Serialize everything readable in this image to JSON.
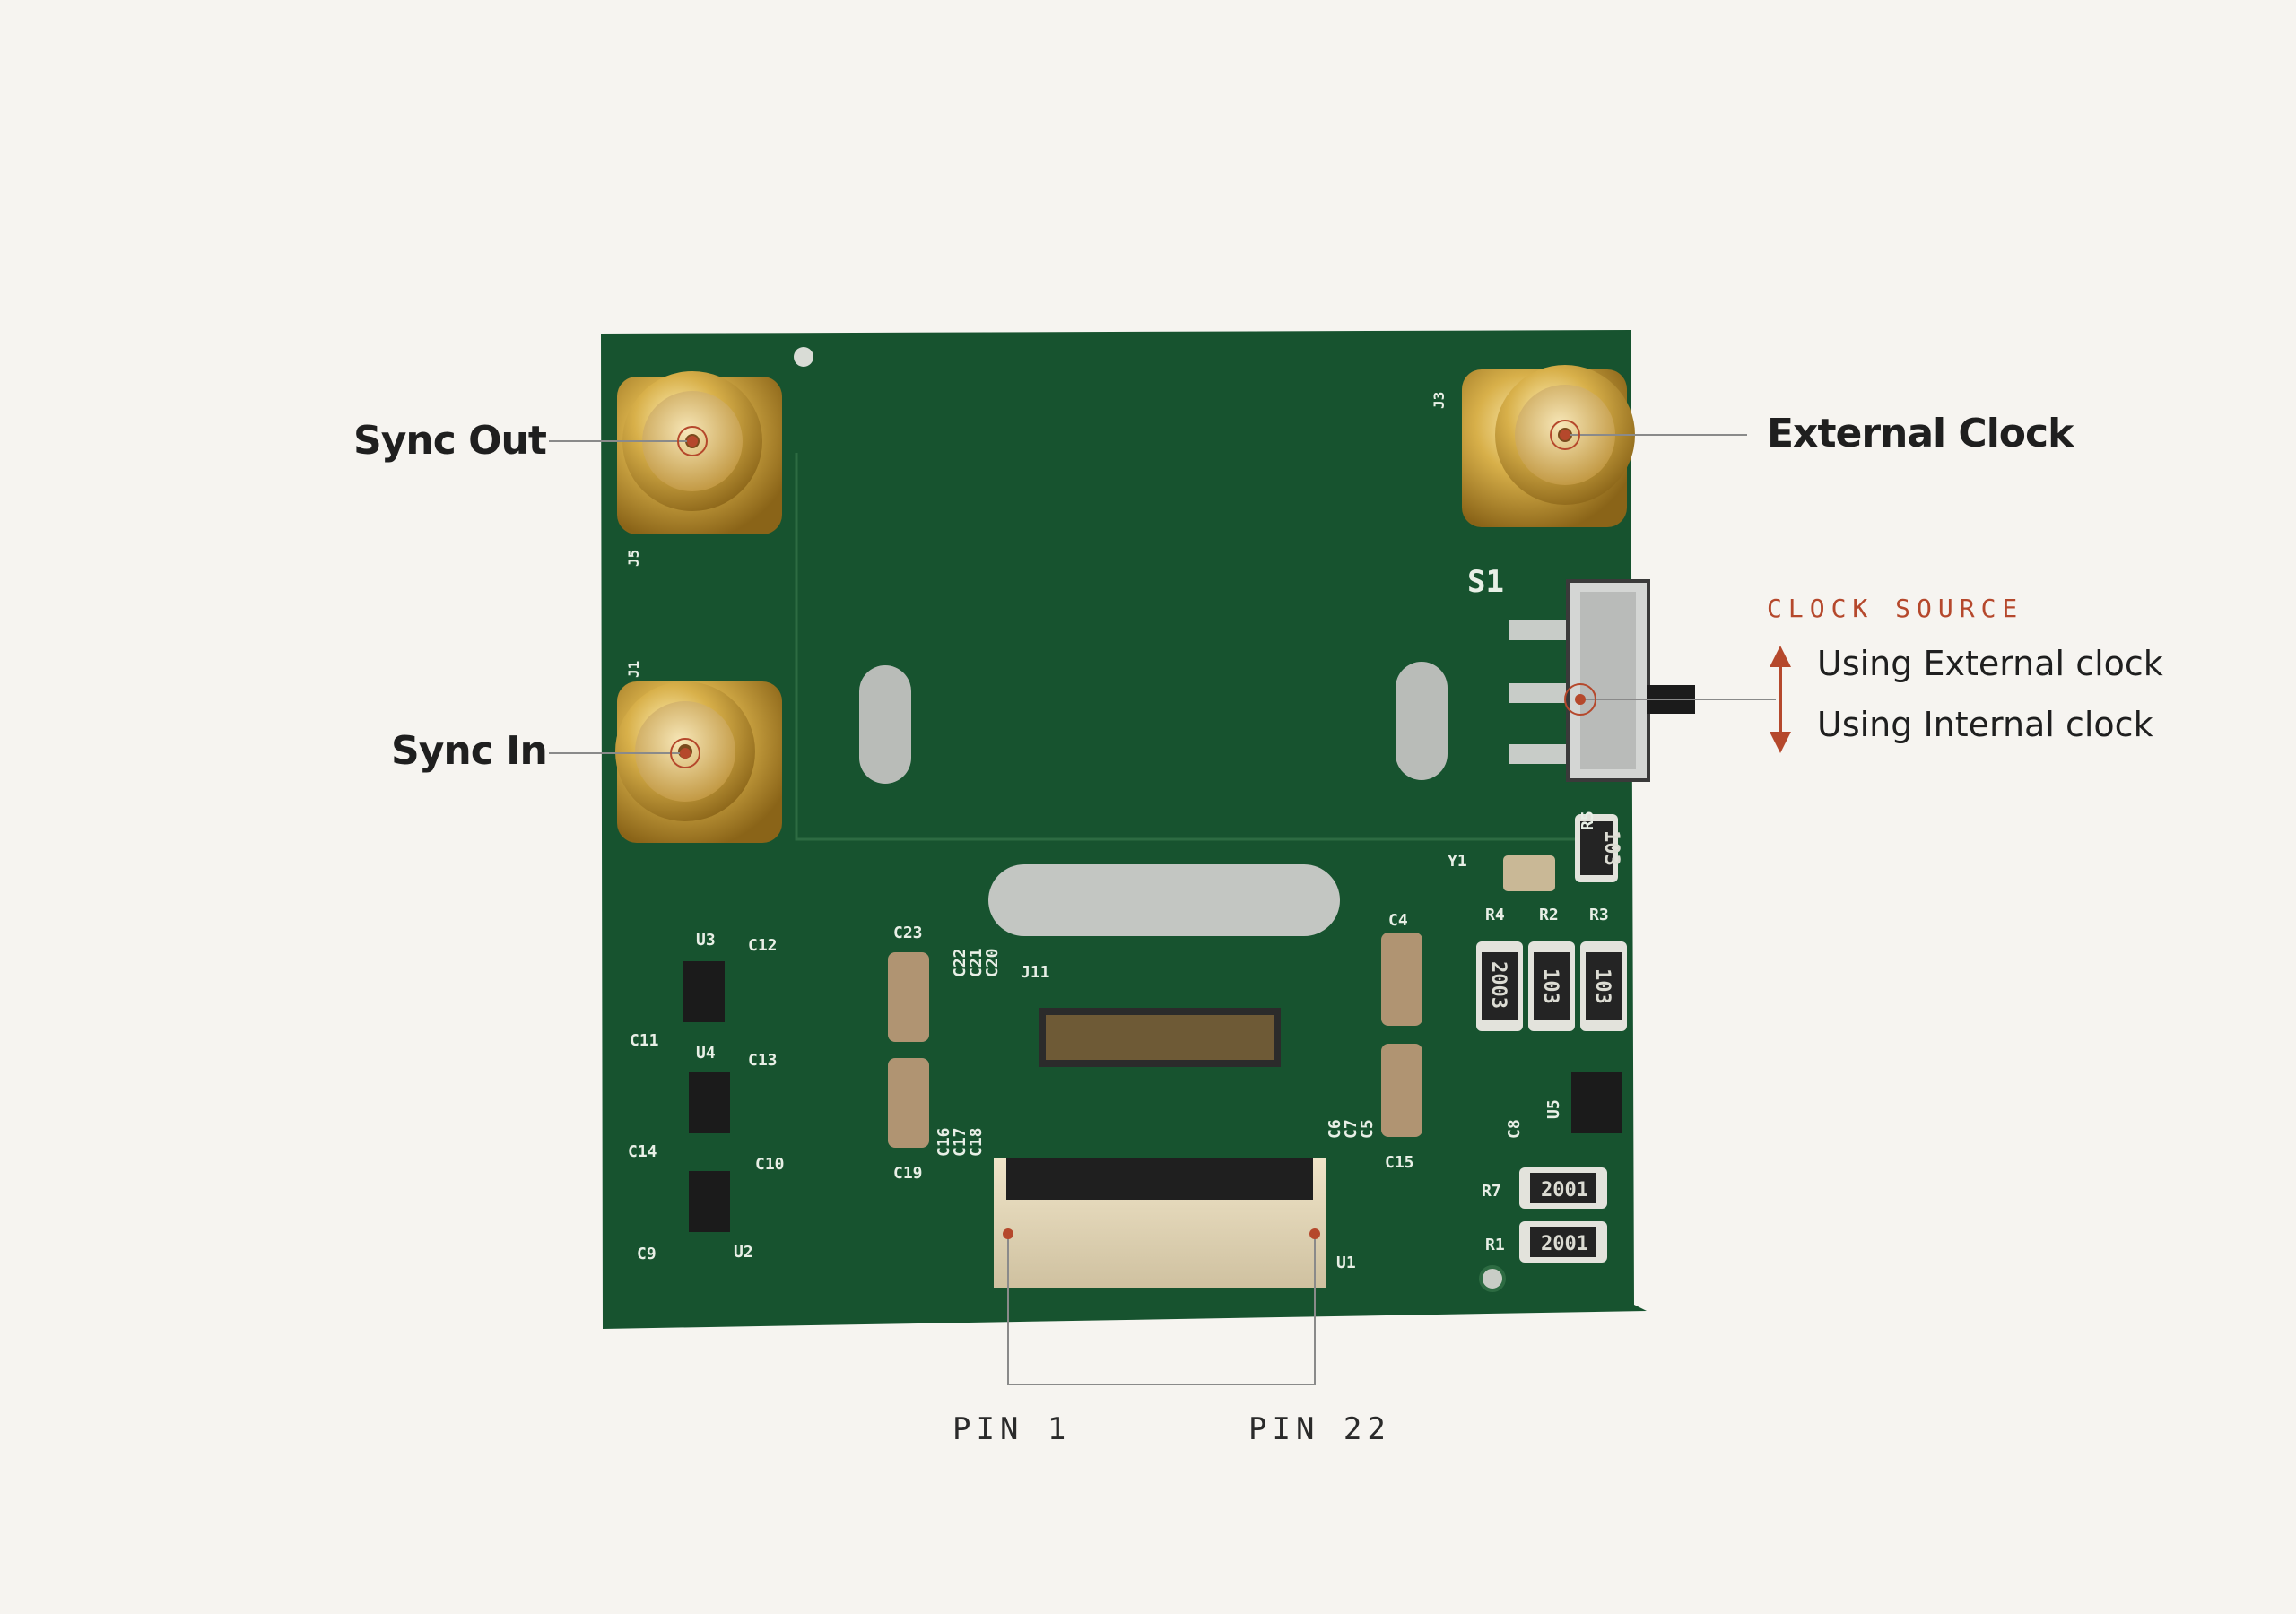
{
  "labels": {
    "sync_out": "Sync Out",
    "sync_in": "Sync In",
    "external_clock": "External Clock"
  },
  "clock_source": {
    "heading": "CLOCK SOURCE",
    "option_up": "Using External clock",
    "option_down": "Using Internal clock"
  },
  "pins": {
    "pin_first": "PIN 1",
    "pin_last": "PIN 22"
  },
  "silkscreen": {
    "s1": "S1",
    "j5": "J5",
    "j1": "J1",
    "j3": "J3",
    "j11": "J11",
    "u1": "U1",
    "u2": "U2",
    "u3": "U3",
    "u4": "U4",
    "u5": "U5",
    "y1": "Y1",
    "r1": "R1",
    "r2": "R2",
    "r3": "R3",
    "r4": "R4",
    "r5": "R5",
    "r7": "R7",
    "c4": "C4",
    "c5": "C5",
    "c6": "C6",
    "c7": "C7",
    "c8": "C8",
    "c9": "C9",
    "c10": "C10",
    "c11": "C11",
    "c12": "C12",
    "c13": "C13",
    "c14": "C14",
    "c15": "C15",
    "c16": "C16",
    "c17": "C17",
    "c18": "C18",
    "c19": "C19",
    "c20": "C20",
    "c21": "C21",
    "c22": "C22",
    "c23": "C23"
  },
  "resistor_marks": {
    "r5": "103",
    "r4": "2003",
    "r2": "103",
    "r3": "103",
    "r7": "2001",
    "r1": "2001"
  },
  "colors": {
    "accent": "#b5482c",
    "board": "#17532f",
    "leader": "#8a8a8a",
    "gold": "#d8b04a"
  }
}
